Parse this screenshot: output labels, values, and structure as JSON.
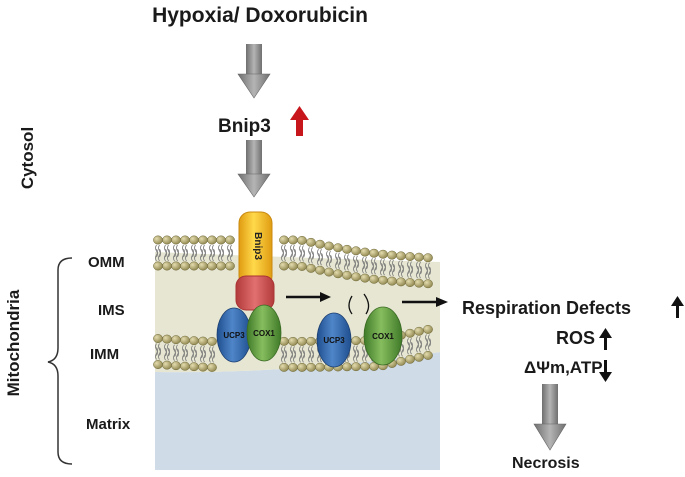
{
  "title": "Hypoxia/ Doxorubicin",
  "bnip3": {
    "label": "Bnip3",
    "protein_label": "Bnip3"
  },
  "compartments": {
    "cytosol": "Cytosol",
    "mitochondria": "Mitochondria"
  },
  "layers": {
    "omm": "OMM",
    "ims": "IMS",
    "imm": "IMM",
    "matrix": "Matrix"
  },
  "proteins": {
    "ucp3_left": "UCP3",
    "cox1_left": "COX1",
    "ucp3_right": "UCP3",
    "cox1_right": "COX1"
  },
  "outcomes": {
    "respiration": "Respiration Defects",
    "ros": "ROS",
    "dpsi": "ΔΨm,ATP",
    "necrosis": "Necrosis"
  },
  "colors": {
    "arrow_gray": "#8a8a8a",
    "up_red": "#c8161d",
    "bnip3_yellow": "#f2b81c",
    "bnip3_red": "#cf4a4a",
    "ucp3_blue": "#2f63a8",
    "cox1_green": "#5c9a3a",
    "ims_bg": "#e6e6d2",
    "matrix_bg": "#cfdbe6",
    "lipid_head": "#a39a62"
  }
}
